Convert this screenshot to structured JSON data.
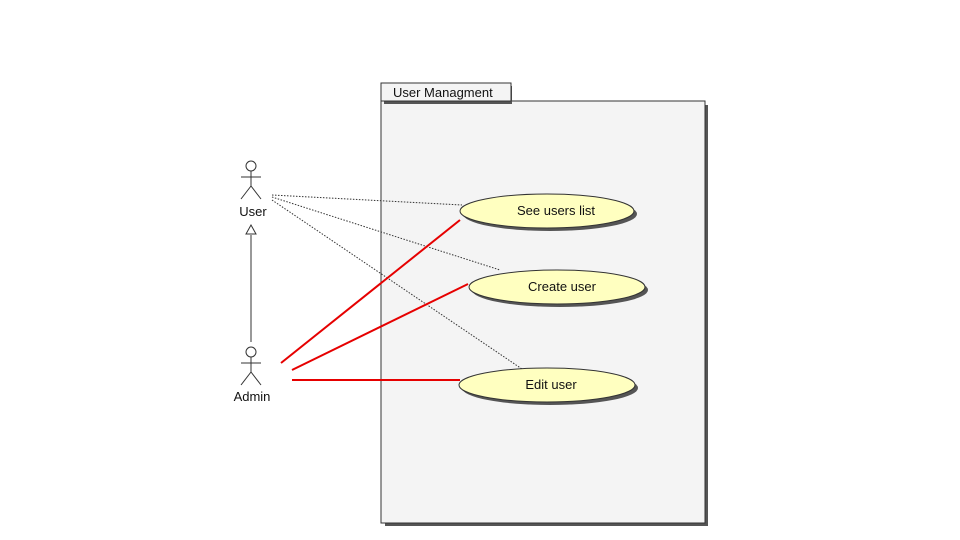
{
  "package": {
    "title": "User Managment"
  },
  "actors": {
    "user": {
      "label": "User"
    },
    "admin": {
      "label": "Admin"
    }
  },
  "use_cases": {
    "see_users_list": "See users list",
    "create_user": "Create user",
    "edit_user": "Edit user"
  },
  "colors": {
    "use_case_fill": "#ffffc0",
    "package_fill": "#f4f4f4",
    "admin_association": "#e60000",
    "user_association": "#333333",
    "shadow": "#555555"
  }
}
